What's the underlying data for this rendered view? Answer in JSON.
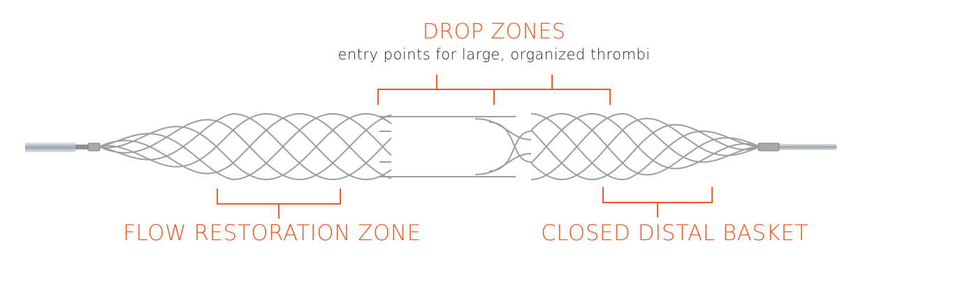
{
  "drop_zones": {
    "title": "DROP ZONES",
    "subtitle": "entry points for large, organized thrombi"
  },
  "flow_restoration": {
    "label": "FLOW RESTORATION ZONE"
  },
  "distal_basket": {
    "label": "CLOSED DISTAL BASKET"
  },
  "colors": {
    "accent": "#f15a22",
    "wire": "#9a9da2",
    "text": "#222222"
  }
}
